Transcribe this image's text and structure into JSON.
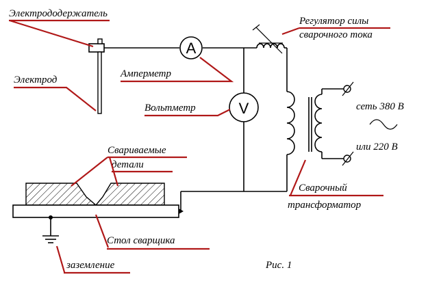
{
  "labels": {
    "holder": "Электрододержатель",
    "electrode": "Электрод",
    "ammeter": "Амперметр",
    "voltmeter": "Вольтметр",
    "regulator_line1": "Регулятор силы",
    "regulator_line2": "сварочного тока",
    "mains_380": "сеть 380 В",
    "mains_220": "или 220 В",
    "parts_line1": "Свариваемые",
    "parts_line2": "детали",
    "transformer_line1": "Сварочный",
    "transformer_line2": "трансформатор",
    "table": "Стол сварщика",
    "ground": "заземление",
    "figure": "Рис. 1"
  },
  "meters": {
    "ammeter_symbol": "A",
    "voltmeter_symbol": "V"
  },
  "colors": {
    "line": "#000000",
    "leader": "#b01818",
    "background": "#ffffff"
  }
}
